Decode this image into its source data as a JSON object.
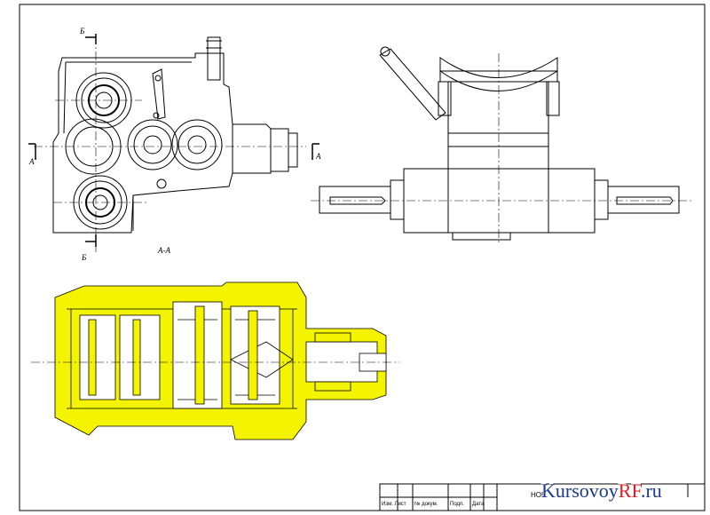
{
  "labels": {
    "section_top": "Б",
    "section_bottom": "Б",
    "arrow_left": "А",
    "arrow_right": "А",
    "view_aa": "А-А"
  },
  "title_block": {
    "code": "НОГ",
    "cells": [
      "Изм. Лист",
      "№ докум.",
      "Подп.",
      "Дата"
    ]
  },
  "watermark": {
    "main": "Kursovoy",
    "accent": "RF",
    "suffix": ".ru"
  },
  "colors": {
    "line": "#000000",
    "highlight": "#f4f400",
    "watermark_blue": "#1d3a8a",
    "watermark_red": "#e21b23"
  }
}
